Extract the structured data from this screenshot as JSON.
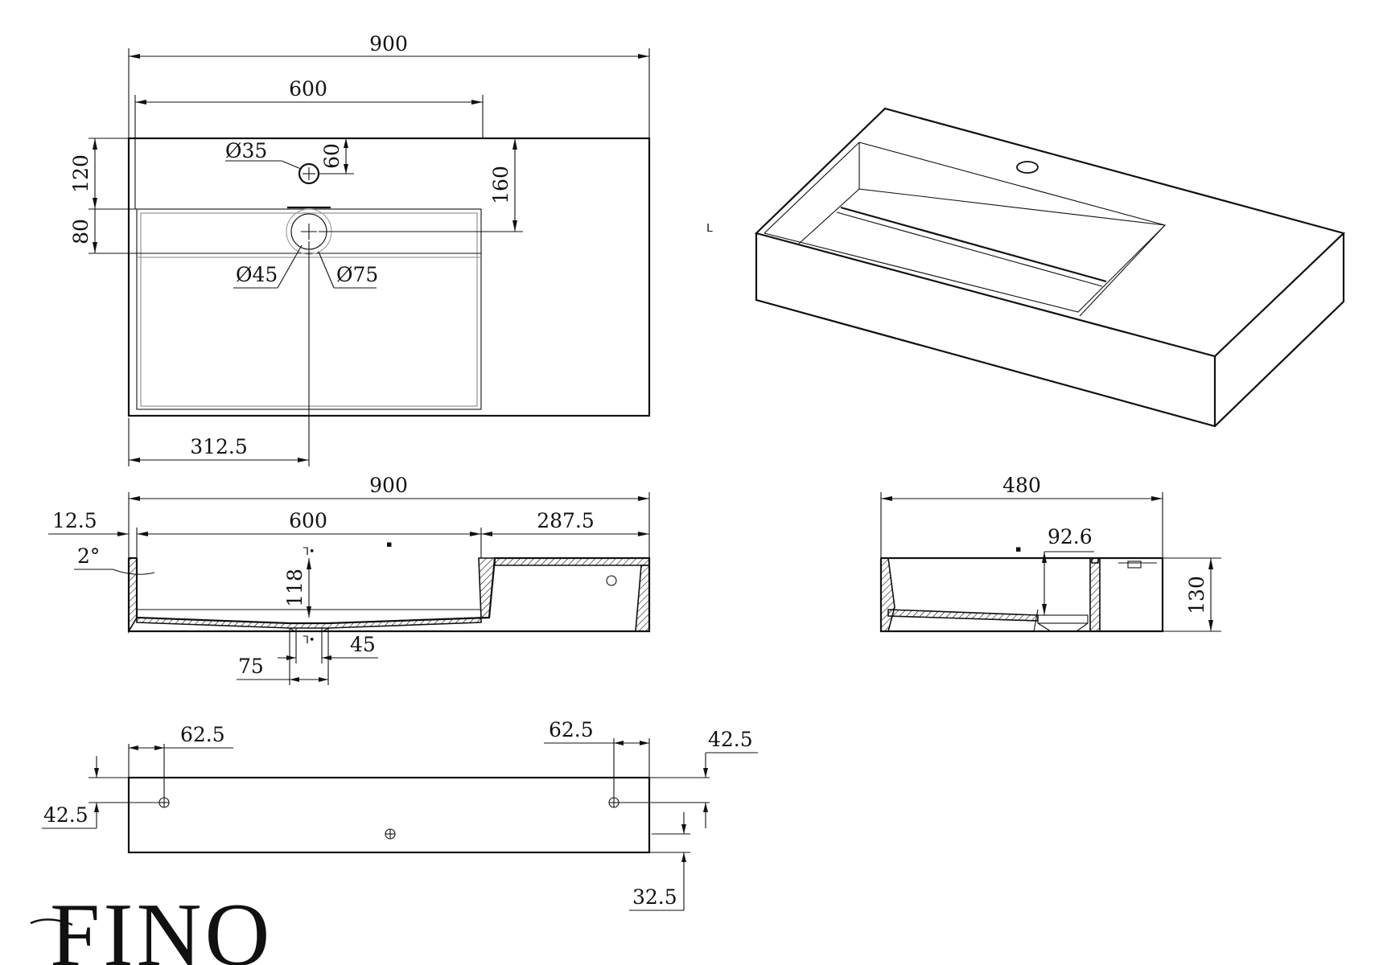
{
  "brand": {
    "logo_text": "FINO"
  },
  "top_view": {
    "overall_width": "900",
    "bowl_width": "600",
    "tap_hole_diameter": "Ø35",
    "tap_hole_offset": "60",
    "back_to_tap_hole": "120",
    "back_to_waste": "160",
    "channel_width": "80",
    "waste_diameter": "Ø45",
    "waste_surround_diameter": "Ø75",
    "edge_to_waste": "312.5"
  },
  "front_section": {
    "overall_width": "900",
    "bowl_width": "600",
    "shelf_width": "287.5",
    "side_wall": "12.5",
    "slope_angle": "2°",
    "bowl_depth": "118",
    "waste_outer": "75",
    "waste_inner": "45"
  },
  "side_section": {
    "depth": "480",
    "waste_offset": "92.6",
    "height": "130"
  },
  "bottom_view": {
    "left_fixing_offset": "62.5",
    "right_fixing_offset": "62.5",
    "left_fixing_back": "42.5",
    "right_fixing_back": "42.5",
    "waste_front_offset": "32.5"
  }
}
